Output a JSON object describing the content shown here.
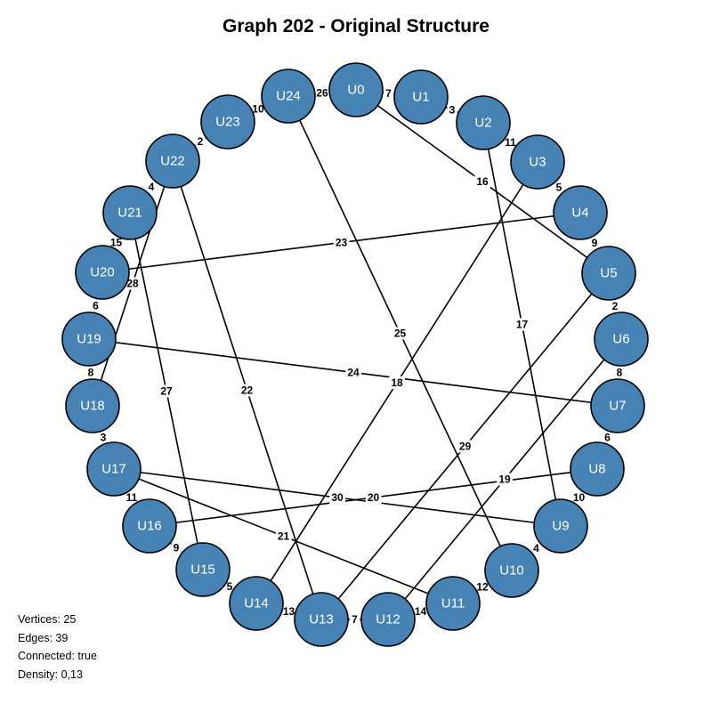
{
  "title": "Graph 202 - Original Structure",
  "stats": {
    "vertices": "Vertices: 25",
    "edges": "Edges: 39",
    "connected": "Connected: true",
    "density": "Density: 0,13"
  },
  "colors": {
    "node_fill": "#4682b4",
    "node_stroke": "#000000",
    "edge": "#000000"
  },
  "nodes": [
    "U0",
    "U1",
    "U2",
    "U3",
    "U4",
    "U5",
    "U6",
    "U7",
    "U8",
    "U9",
    "U10",
    "U11",
    "U12",
    "U13",
    "U14",
    "U15",
    "U16",
    "U17",
    "U18",
    "U19",
    "U20",
    "U21",
    "U22",
    "U23",
    "U24"
  ],
  "edges": [
    {
      "from": "U0",
      "to": "U1",
      "weight": "7"
    },
    {
      "from": "U1",
      "to": "U2",
      "weight": "3"
    },
    {
      "from": "U2",
      "to": "U3",
      "weight": "11"
    },
    {
      "from": "U3",
      "to": "U4",
      "weight": "5"
    },
    {
      "from": "U4",
      "to": "U5",
      "weight": "9"
    },
    {
      "from": "U5",
      "to": "U6",
      "weight": "2"
    },
    {
      "from": "U6",
      "to": "U7",
      "weight": "8"
    },
    {
      "from": "U7",
      "to": "U8",
      "weight": "6"
    },
    {
      "from": "U8",
      "to": "U9",
      "weight": "10"
    },
    {
      "from": "U9",
      "to": "U10",
      "weight": "4"
    },
    {
      "from": "U10",
      "to": "U11",
      "weight": "12"
    },
    {
      "from": "U11",
      "to": "U12",
      "weight": "14"
    },
    {
      "from": "U12",
      "to": "U13",
      "weight": "7"
    },
    {
      "from": "U13",
      "to": "U14",
      "weight": "13"
    },
    {
      "from": "U14",
      "to": "U15",
      "weight": "5"
    },
    {
      "from": "U15",
      "to": "U16",
      "weight": "9"
    },
    {
      "from": "U16",
      "to": "U17",
      "weight": "11"
    },
    {
      "from": "U17",
      "to": "U18",
      "weight": "3"
    },
    {
      "from": "U18",
      "to": "U19",
      "weight": "8"
    },
    {
      "from": "U19",
      "to": "U20",
      "weight": "6"
    },
    {
      "from": "U20",
      "to": "U21",
      "weight": "15"
    },
    {
      "from": "U21",
      "to": "U22",
      "weight": "4"
    },
    {
      "from": "U22",
      "to": "U23",
      "weight": "2"
    },
    {
      "from": "U23",
      "to": "U24",
      "weight": "10"
    },
    {
      "from": "U24",
      "to": "U0",
      "weight": "26"
    },
    {
      "from": "U0",
      "to": "U5",
      "weight": "16"
    },
    {
      "from": "U2",
      "to": "U9",
      "weight": "17"
    },
    {
      "from": "U3",
      "to": "U14",
      "weight": "18"
    },
    {
      "from": "U6",
      "to": "U12",
      "weight": "19"
    },
    {
      "from": "U8",
      "to": "U16",
      "weight": "20"
    },
    {
      "from": "U11",
      "to": "U17",
      "weight": "21"
    },
    {
      "from": "U13",
      "to": "U22",
      "weight": "22"
    },
    {
      "from": "U4",
      "to": "U20",
      "weight": "23"
    },
    {
      "from": "U7",
      "to": "U19",
      "weight": "24"
    },
    {
      "from": "U10",
      "to": "U24",
      "weight": "25"
    },
    {
      "from": "U15",
      "to": "U21",
      "weight": "27"
    },
    {
      "from": "U18",
      "to": "U22",
      "weight": "28"
    },
    {
      "from": "U5",
      "to": "U13",
      "weight": "29"
    },
    {
      "from": "U9",
      "to": "U17",
      "weight": "30"
    }
  ]
}
